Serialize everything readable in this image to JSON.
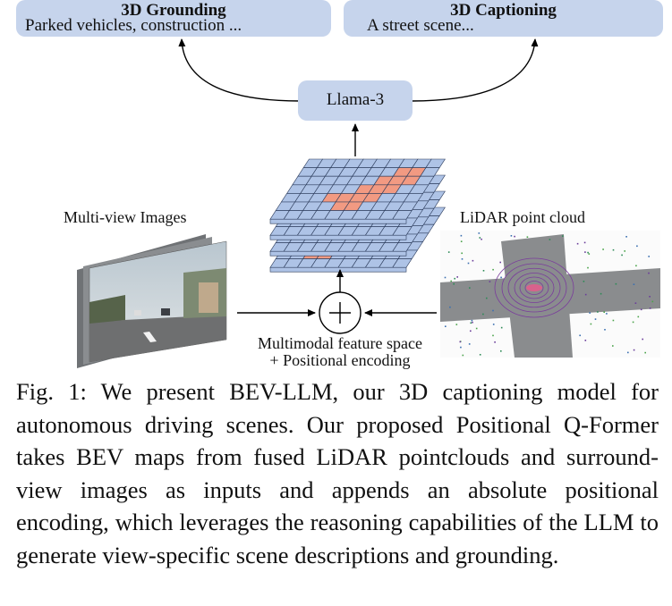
{
  "grounding": {
    "title": "3D Grounding",
    "text": "Parked vehicles, construction ..."
  },
  "captioning": {
    "title": "3D Captioning",
    "text": "A street scene..."
  },
  "llm": {
    "label": "Llama-3"
  },
  "images": {
    "label": "Multi-view Images"
  },
  "lidar": {
    "label": "LiDAR point cloud"
  },
  "fusion": {
    "line1": "Multimodal feature space",
    "line2": "+ Positional encoding",
    "operator": "+"
  },
  "caption": {
    "text": "Fig. 1: We present BEV-LLM, our 3D captioning model for autonomous driving scenes. Our proposed Positional Q-Former takes BEV maps from fused LiDAR pointclouds and surround-view images as inputs and appends an absolute po­sitional encoding, which leverages the reasoning capabilities of the LLM to generate view-specific scene descriptions and grounding."
  },
  "colors": {
    "box_fill": "#c6d4ec",
    "grid_blue": "#aec3e6",
    "grid_salmon": "#f29a82",
    "grid_line": "#2a3a5a",
    "lidar_purple": "#7a3c9c",
    "road_gray": "#8a8c8e"
  }
}
